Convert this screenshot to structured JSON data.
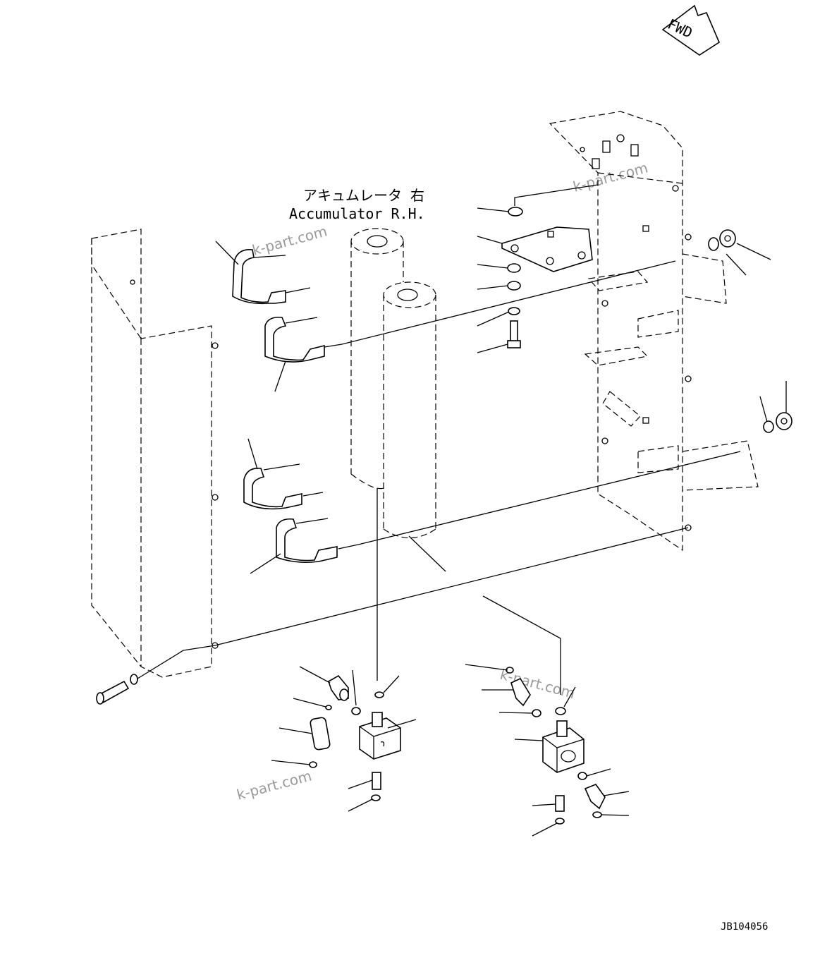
{
  "fwd_label": "FWD",
  "title_jp": "アキュムレータ 右",
  "title_en": "Accumulator R.H.",
  "drawing_code": "JB104056",
  "watermark": "k-part.com",
  "icons": {
    "fwd": "fwd-arrow-icon"
  }
}
